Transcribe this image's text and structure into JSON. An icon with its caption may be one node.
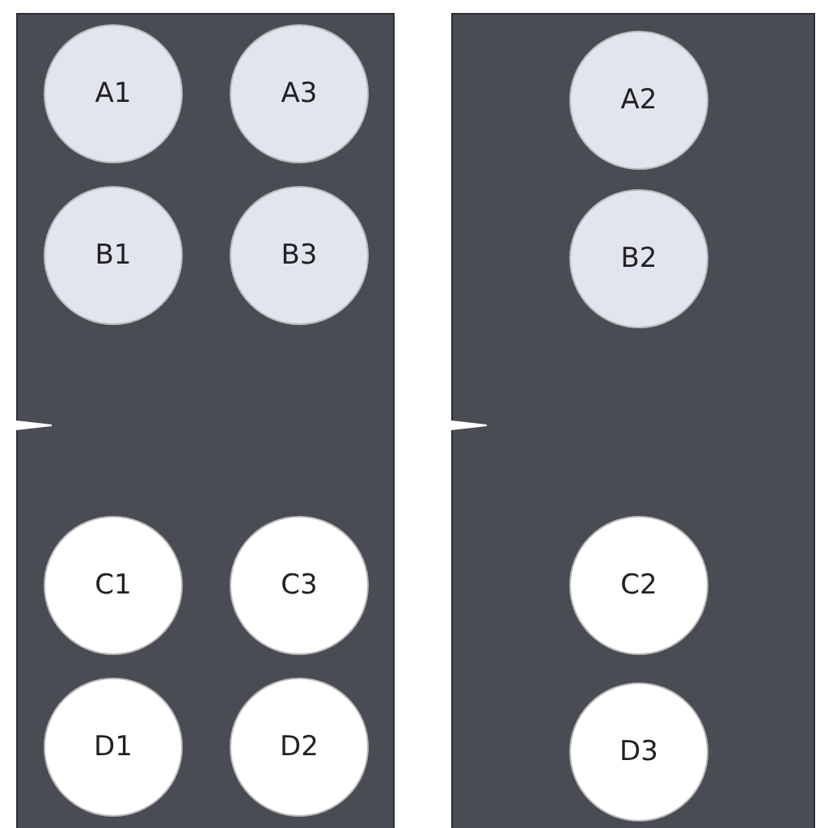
{
  "diagram": {
    "nodes": [
      {
        "text": [],
        "shape": "box"
      },
      {
        "text": [
          "A1"
        ],
        "in": 0
      },
      {
        "text": [
          "A3"
        ],
        "in": 0
      },
      {
        "text": [
          "B1"
        ],
        "in": 0
      },
      {
        "text": [
          "B3"
        ],
        "in": 0
      },
      {
        "text": [
          "C1"
        ],
        "in": 0
      },
      {
        "text": [
          "C3"
        ],
        "in": 0
      },
      {
        "text": [
          "D1"
        ],
        "in": 0
      },
      {
        "text": [
          "D2"
        ],
        "in": 0
      },
      {
        "text": [],
        "shape": "box"
      },
      {
        "text": [
          "A2"
        ],
        "in": 9
      },
      {
        "text": [
          "B2"
        ],
        "in": 9
      },
      {
        "text": [
          "C2"
        ],
        "in": 9
      },
      {
        "text": [
          "D3"
        ],
        "in": 9
      }
    ]
  }
}
